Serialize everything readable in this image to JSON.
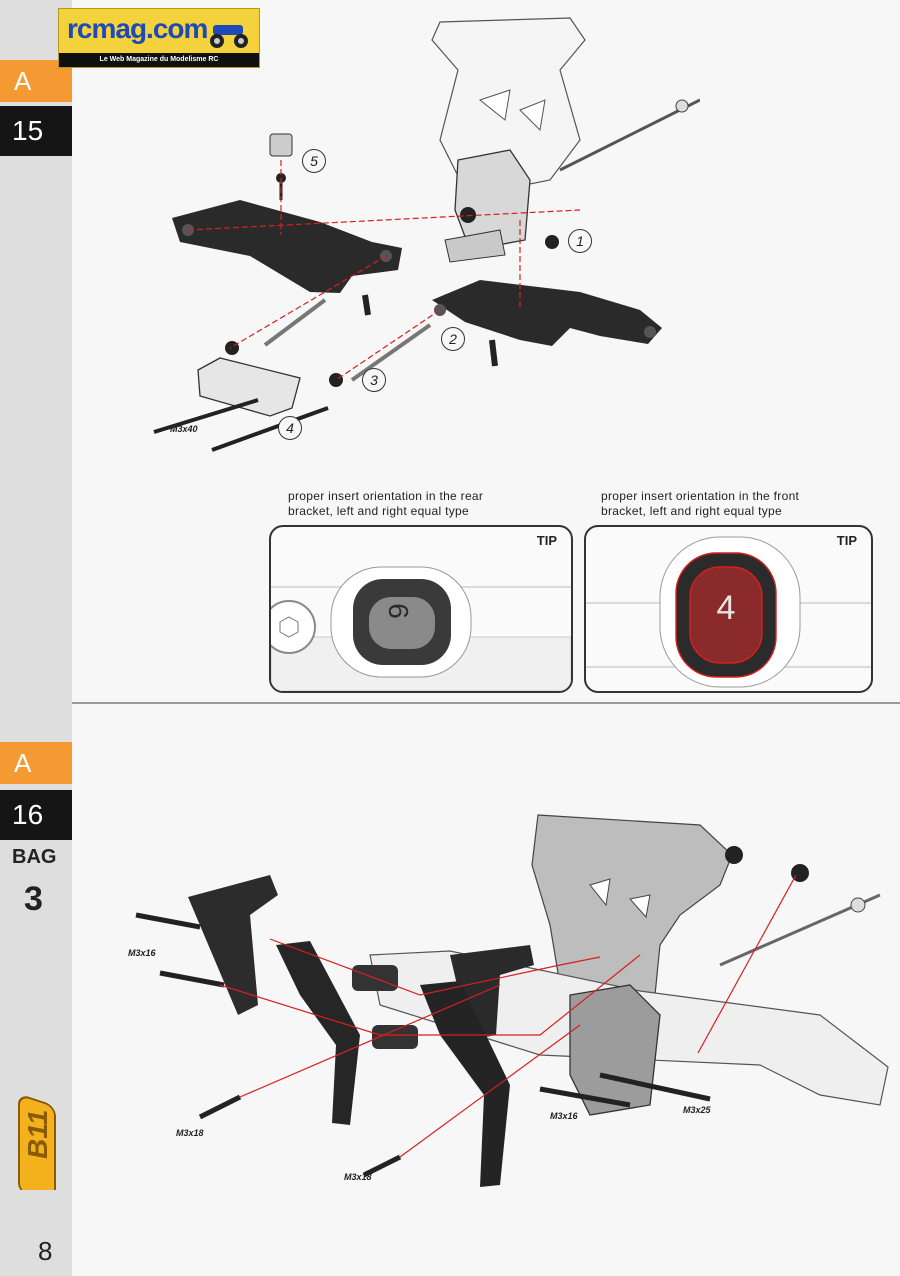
{
  "logo": {
    "text": "rcmag.com",
    "tagline": "Le Web Magazine du Modelisme RC"
  },
  "step_top": {
    "letter": "A",
    "number": "15"
  },
  "step_bottom": {
    "letter": "A",
    "number": "16",
    "bag_label": "BAG",
    "bag_number": "3"
  },
  "page_number": "8",
  "top_assembly": {
    "screw_label": "M3x40",
    "callouts": [
      "1",
      "2",
      "3",
      "4",
      "5"
    ]
  },
  "tips": [
    {
      "caption_line1": "proper insert orientation in the rear",
      "caption_line2": "bracket, left and right equal type",
      "tag": "TIP",
      "insert_number": "6"
    },
    {
      "caption_line1": "proper insert orientation in the front",
      "caption_line2": "bracket, left and right equal type",
      "tag": "TIP",
      "insert_number": "4"
    }
  ],
  "bottom_assembly": {
    "labels": [
      "M3x16",
      "M3x18",
      "M3x18",
      "M3x16",
      "M3x25"
    ]
  },
  "colors": {
    "accent_orange": "#f59a33",
    "step_black": "#151515",
    "sidebar_gray": "#dedede",
    "guide_red": "#d62020"
  }
}
